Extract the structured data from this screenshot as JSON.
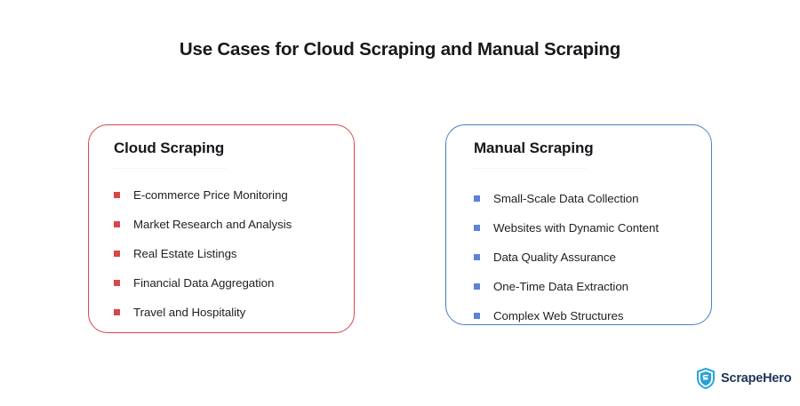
{
  "page": {
    "title": "Use Cases for Cloud Scraping and Manual Scraping",
    "background_color": "#ffffff"
  },
  "cards": [
    {
      "id": "cloud-scraping",
      "heading": "Cloud Scraping",
      "accent_color": "#d9454a",
      "bullet_color": "#d9454a",
      "items": [
        "E-commerce Price Monitoring",
        "Market Research and Analysis",
        "Real Estate Listings",
        "Financial Data Aggregation",
        "Travel and Hospitality"
      ]
    },
    {
      "id": "manual-scraping",
      "heading": "Manual Scraping",
      "accent_color": "#4a7fc4",
      "bullet_color": "#5b84d6",
      "items": [
        "Small-Scale Data Collection",
        "Websites with Dynamic Content",
        "Data Quality Assurance",
        "One-Time Data Extraction",
        "Complex Web Structures"
      ]
    }
  ],
  "logo": {
    "icon_name": "scrapehero-shield-icon",
    "wordmark": "ScrapeHero",
    "shield_color": "#2aa8e0",
    "wordmark_color": "#1d3557"
  }
}
